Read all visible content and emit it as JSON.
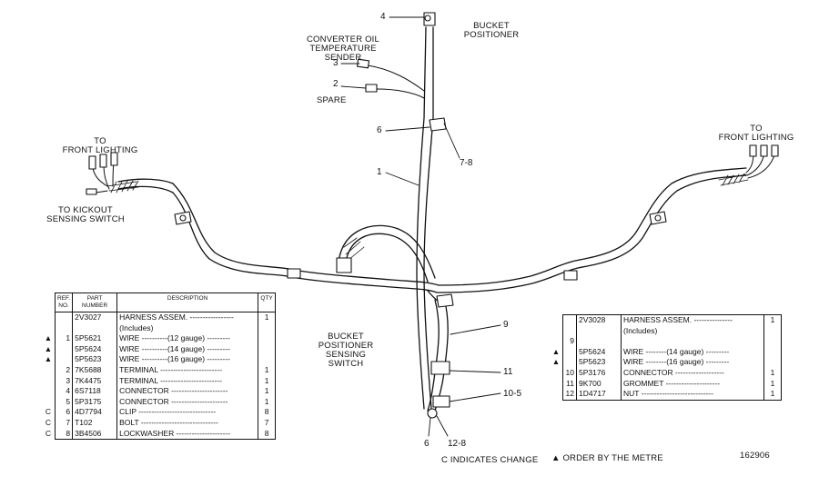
{
  "labels": {
    "bucket_positioner_top": "BUCKET\nPOSITIONER",
    "converter_oil": "CONVERTER OIL\nTEMPERATURE SENDER",
    "spare": "SPARE",
    "front_lighting_left": "TO\nFRONT LIGHTING",
    "front_lighting_right": "TO\nFRONT LIGHTING",
    "kickout": "TO KICKOUT\nSENSING SWITCH",
    "bucket_positioner_switch": "BUCKET\nPOSITIONER\nSENSING\nSWITCH",
    "legend_change": "C INDICATES CHANGE",
    "legend_metre": "▲ ORDER BY THE METRE",
    "figure_number": "162906"
  },
  "callouts": {
    "c1": "1",
    "c2": "2",
    "c3": "3",
    "c4": "4",
    "c6a": "6",
    "c6b": "6",
    "c78": "7-8",
    "c9": "9",
    "c11": "11",
    "c105": "10-5",
    "c128": "12-8"
  },
  "table_left": {
    "headers": {
      "ref": "REF.\nNO.",
      "part": "PART\nNUMBER",
      "desc": "DESCRIPTION",
      "qty": "QTY"
    },
    "rows": [
      {
        "mark": "",
        "ref": "",
        "part": "2V3027",
        "desc": "HARNESS ASSEM. -----------------",
        "qty": "1"
      },
      {
        "mark": "",
        "ref": "",
        "part": "",
        "desc": "(Includes)",
        "qty": ""
      },
      {
        "mark": "▲",
        "ref": "1",
        "part": "5P5621",
        "desc": "WIRE ----------(12 gauge) ---------",
        "qty": ""
      },
      {
        "mark": "▲",
        "ref": "",
        "part": "5P5624",
        "desc": "WIRE ----------(14 gauge) ---------",
        "qty": ""
      },
      {
        "mark": "▲",
        "ref": "",
        "part": "5P5623",
        "desc": "WIRE ----------(16 gauge) ---------",
        "qty": ""
      },
      {
        "mark": "",
        "ref": "2",
        "part": "7K5688",
        "desc": "TERMINAL ------------------------",
        "qty": "1"
      },
      {
        "mark": "",
        "ref": "3",
        "part": "7K4475",
        "desc": "TERMINAL ------------------------",
        "qty": "1"
      },
      {
        "mark": "",
        "ref": "4",
        "part": "6S7118",
        "desc": "CONNECTOR ----------------------",
        "qty": "1"
      },
      {
        "mark": "",
        "ref": "5",
        "part": "5P3175",
        "desc": "CONNECTOR ----------------------",
        "qty": "1"
      },
      {
        "mark": "C",
        "ref": "6",
        "part": "4D7794",
        "desc": "CLIP ------------------------------",
        "qty": "8"
      },
      {
        "mark": "C",
        "ref": "7",
        "part": "T102",
        "desc": "BOLT ------------------------------",
        "qty": "7"
      },
      {
        "mark": "C",
        "ref": "8",
        "part": "3B4506",
        "desc": "LOCKWASHER ---------------------",
        "qty": "8"
      }
    ]
  },
  "table_right": {
    "rows": [
      {
        "mark": "",
        "ref": "",
        "part": "2V3028",
        "desc": "HARNESS ASSEM. ---------------",
        "qty": "1"
      },
      {
        "mark": "",
        "ref": "",
        "part": "",
        "desc": "(Includes)",
        "qty": ""
      },
      {
        "mark": "",
        "ref": "9",
        "part": "",
        "desc": "",
        "qty": ""
      },
      {
        "mark": "▲",
        "ref": "",
        "part": "5P5624",
        "desc": "WIRE --------(14 gauge) ---------",
        "qty": ""
      },
      {
        "mark": "▲",
        "ref": "",
        "part": "5P5623",
        "desc": "WIRE --------(16 gauge) ---------",
        "qty": ""
      },
      {
        "mark": "",
        "ref": "10",
        "part": "5P3176",
        "desc": "CONNECTOR -------------------",
        "qty": "1"
      },
      {
        "mark": "",
        "ref": "11",
        "part": "9K700",
        "desc": "GROMMET ---------------------",
        "qty": "1"
      },
      {
        "mark": "",
        "ref": "12",
        "part": "1D4717",
        "desc": "NUT ----------------------------",
        "qty": "1"
      }
    ]
  }
}
